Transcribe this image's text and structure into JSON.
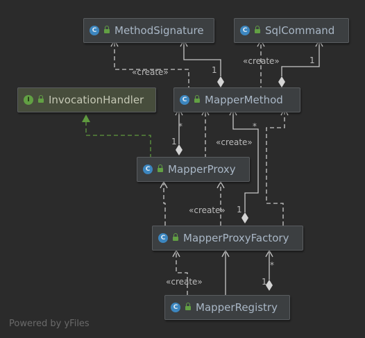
{
  "classes": {
    "method_signature": "MethodSignature",
    "sql_command": "SqlCommand",
    "invocation_handler": "InvocationHandler",
    "mapper_method": "MapperMethod",
    "mapper_proxy": "MapperProxy",
    "mapper_proxy_factory": "MapperProxyFactory",
    "mapper_registry": "MapperRegistry"
  },
  "badges": {
    "class_letter": "C",
    "interface_letter": "I"
  },
  "edge_labels": {
    "create_mm_to_ms": "«create»",
    "create_mm_to_sql": "«create»",
    "create_proxy_to_mm": "«create»",
    "create_factory_to_proxy": "«create»",
    "create_registry_to_factory": "«create»"
  },
  "multiplicities": {
    "mm_ms": "1",
    "mm_sql": "1",
    "mp_mm_many": "*",
    "mp_mm_one": "1",
    "mpf_mm_many": "*",
    "mpf_mm_one": "1",
    "mr_mpf_many": "*",
    "mr_mpf_one": "1"
  },
  "footer": "Powered by yFiles",
  "colors": {
    "background": "#2b2b2b",
    "class_fill": "#3c3f41",
    "interface_fill": "#474d3c",
    "line": "#c8c8c8",
    "realization": "#5f9a3f",
    "class_badge": "#3c86bf",
    "interface_badge": "#62a044"
  }
}
